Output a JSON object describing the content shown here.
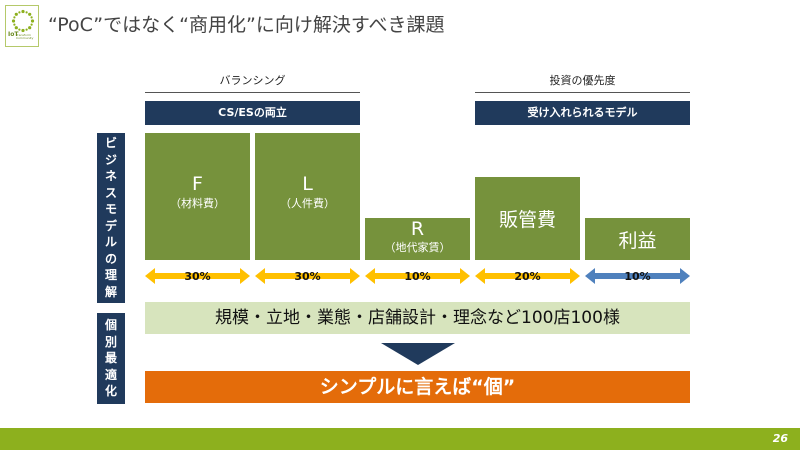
{
  "logo": {
    "text": "IoT",
    "sub": "Transform Community"
  },
  "title": "“PoC”ではなく“商用化”に向け解決すべき課題",
  "headers": {
    "left": "バランシング",
    "right": "投資の優先度"
  },
  "navy_boxes": {
    "left": "CS/ESの両立",
    "right": "受け入れられるモデル"
  },
  "vertical_labels": {
    "business": [
      "ビ",
      "ジ",
      "ネ",
      "ス",
      "モ",
      "デ",
      "ル",
      "の",
      "理",
      "解"
    ],
    "optimize": [
      "個",
      "別",
      "最",
      "適",
      "化"
    ]
  },
  "cost_blocks": [
    {
      "letter": "F",
      "sub": "（材料費）"
    },
    {
      "letter": "L",
      "sub": "（人件費）"
    },
    {
      "letter": "R",
      "sub": "（地代家賃）"
    },
    {
      "letter": "販管費",
      "sub": ""
    },
    {
      "letter": "利益",
      "sub": ""
    }
  ],
  "percentages": [
    "30%",
    "30%",
    "10%",
    "20%",
    "10%"
  ],
  "colors": {
    "navy": "#203a5c",
    "green": "#76923c",
    "light_green": "#d7e4bd",
    "orange": "#e46c0a",
    "arrow_yellow": "#ffc000",
    "arrow_blue": "#4f81bd",
    "footer": "#8db01e"
  },
  "diversity_text": "規模・立地・業態・店舗設計・理念など100店100様",
  "conclusion_text": "シンプルに言えば“個”",
  "page_number": "26"
}
